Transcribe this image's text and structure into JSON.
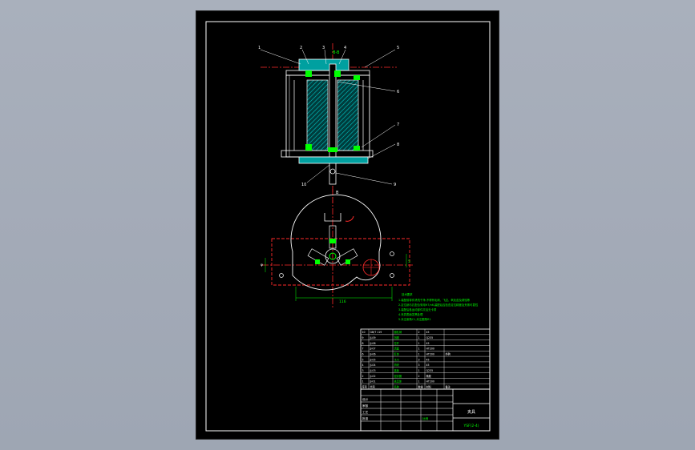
{
  "colors": {
    "sheet_bg": "#000000",
    "frame": "#ffffff",
    "part_line": "#ffffff",
    "hatch": "#00c8c8",
    "seal": "#00ff00",
    "center_line": "#ff2a2a",
    "dimension": "#00ff00",
    "notes": "#00ff00",
    "viewer_bg": "#a9b0bc"
  },
  "drawing": {
    "section_label": "B-B",
    "balloons_left": [
      "1",
      "2",
      "3",
      "4"
    ],
    "balloons_right": [
      "5",
      "6",
      "7",
      "8",
      "9"
    ],
    "balloon_bottom": "10",
    "view_arrow_label": "B",
    "dim_bottom": "116",
    "dim_left": "φ",
    "dim_right": "5"
  },
  "notes": {
    "title": "技术要求",
    "lines": [
      "1.装配前零件清洗干净,不得有毛刺、飞边、氧化皮及锈蚀等",
      "2.定位销与孔配合采用H7/n6,装配后应检查定位精度及夹紧可靠性",
      "3.装配后各运动部件灵活无卡滞",
      "4.夹具表面发黑处理",
      "5.未注倒角C1,未注圆角R1"
    ]
  },
  "parts_table": {
    "rows": [
      [
        "10",
        "GB/T 119",
        "圆柱销",
        "2",
        "45",
        ""
      ],
      [
        "9",
        "JJ-09",
        "挡圈",
        "1",
        "Q235",
        ""
      ],
      [
        "8",
        "JJ-08",
        "拉杆",
        "1",
        "45",
        ""
      ],
      [
        "7",
        "JJ-07",
        "活塞",
        "1",
        "HT200",
        ""
      ],
      [
        "6",
        "JJ-06",
        "缸体",
        "1",
        "HT200",
        "外购"
      ],
      [
        "5",
        "JJ-05",
        "卡爪",
        "3",
        "45",
        ""
      ],
      [
        "4",
        "JJ-04",
        "滑块",
        "3",
        "45",
        ""
      ],
      [
        "3",
        "JJ-03",
        "盖板",
        "1",
        "Q235",
        ""
      ],
      [
        "2",
        "JJ-02",
        "密封圈",
        "2",
        "橡胶",
        ""
      ],
      [
        "1",
        "JJ-01",
        "夹具体",
        "1",
        "HT200",
        ""
      ]
    ],
    "header": [
      "序号",
      "代号",
      "名称",
      "数量",
      "材料",
      "备注"
    ]
  },
  "title_block": {
    "drawing_title": "夹具",
    "drawing_number": "YSF(2-4)",
    "scale_label": "比例",
    "labels": [
      "设计",
      "审核",
      "工艺",
      "批准"
    ]
  }
}
